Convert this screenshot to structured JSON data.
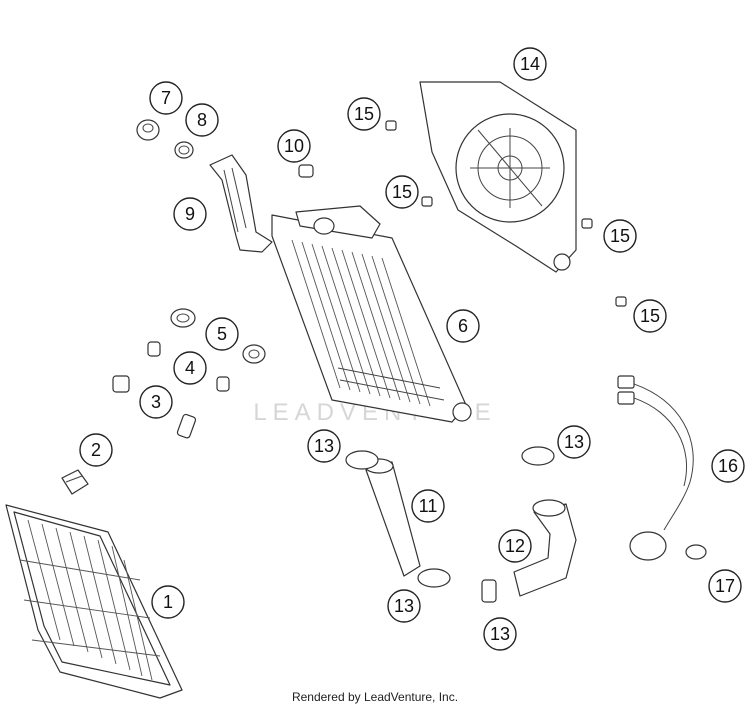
{
  "watermark": "LEADVENTURE",
  "credit": "Rendered by LeadVenture, Inc.",
  "callouts": {
    "c1": "1",
    "c2": "2",
    "c3": "3",
    "c4": "4",
    "c5": "5",
    "c6": "6",
    "c7": "7",
    "c8": "8",
    "c9": "9",
    "c10": "10",
    "c11": "11",
    "c12": "12",
    "c13a": "13",
    "c13b": "13",
    "c13c": "13",
    "c13d": "13",
    "c14": "14",
    "c15a": "15",
    "c15b": "15",
    "c15c": "15",
    "c15d": "15",
    "c16": "16",
    "c17": "17"
  }
}
